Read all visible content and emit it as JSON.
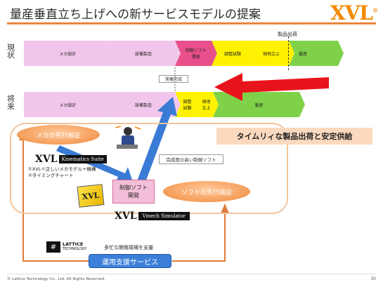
{
  "title": "量産垂直立ち上げへの新サービスモデルの提案",
  "logo": {
    "text": "XVL",
    "mark": "®"
  },
  "milestone_label": "製品出荷",
  "current": {
    "label": "現状",
    "segments": [
      "メカ設計",
      "設備製造",
      "制御ソフト\n開発",
      "調整試験",
      "現地立上",
      "量産"
    ]
  },
  "future": {
    "label": "将来",
    "segments": [
      "メカ設計",
      "設備製造",
      "調整\n試験",
      "現地\n立上",
      "量産"
    ]
  },
  "machine_complete": "実機完成",
  "tagline": "タイムリィな製品出荷と安定供給",
  "mecha_verify": "メカの先行検証",
  "soft_verify": "ソフトの先行検証",
  "kinematics": {
    "logo": "XVL",
    "name": "Kinematics Suite"
  },
  "vmech": {
    "logo": "XVL",
    "name": "Vmech Simulator"
  },
  "notes": [
    "①XVL＝正しいメカモデル＋機構",
    "②タイミングチャート"
  ],
  "quality_soft": "完成度の高い制御ソフト",
  "control_dev": "制御ソフト\n開発",
  "lattice_logo": {
    "line1": "LATTICE",
    "line2": "TECHNOLOGY"
  },
  "busy_support": "多忙な開発現場を支援",
  "ops_support": "運用支援サービス",
  "xvl_box": "XVL",
  "footer": {
    "copyright": "© Lattice Technology Co., Ltd. All Rights Reserved.",
    "page": "30"
  },
  "colors": {
    "accent": "#f08a00",
    "pink": "#f2c6ec",
    "pink_dark": "#e94f8a",
    "yellow": "#fff200",
    "green": "#7fd14a",
    "red_arrow": "#e8141c",
    "blue_arrow": "#3a7bd5"
  }
}
